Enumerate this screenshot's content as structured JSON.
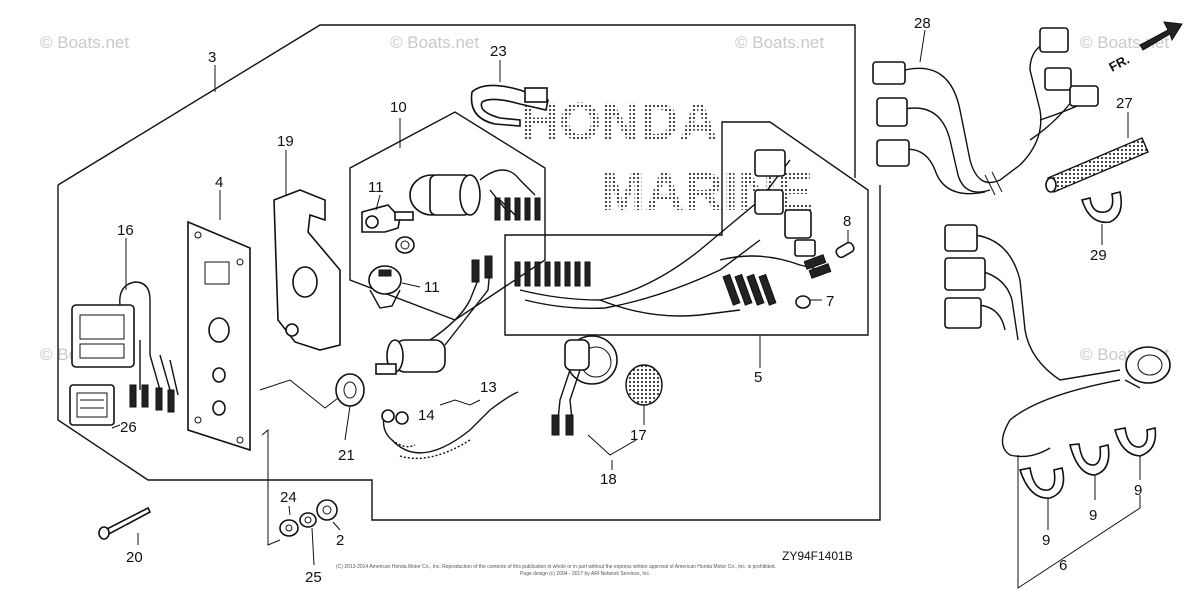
{
  "watermark": {
    "text": "© Boats.net"
  },
  "brand": {
    "line1": "HONDA",
    "line2": "MARINE"
  },
  "front_arrow": {
    "label": "FR."
  },
  "diagram_code": "ZY94F1401B",
  "copyright": {
    "line1": "(C) 2013-2014 American Honda Motor Co., Inc. Reproduction of the contents of this publication in whole or in part without the express written approval of American Honda Motor Co., Inc. is prohibited.",
    "line2": "Page design (c) 2004 - 2017 by ARI Network Services, Inc."
  },
  "callouts": {
    "c2": "2",
    "c3": "3",
    "c4": "4",
    "c5": "5",
    "c6": "6",
    "c7": "7",
    "c8": "8",
    "c9a": "9",
    "c9b": "9",
    "c9c": "9",
    "c9d": "9",
    "c10": "10",
    "c11a": "11",
    "c11b": "11",
    "c13": "13",
    "c14": "14",
    "c16": "16",
    "c17": "17",
    "c18": "18",
    "c19": "19",
    "c20": "20",
    "c21": "21",
    "c23": "23",
    "c24": "24",
    "c25": "25",
    "c26": "26",
    "c27": "27",
    "c28": "28",
    "c29": "29"
  },
  "colors": {
    "line": "#111111",
    "watermark": "#c9c9c9"
  }
}
